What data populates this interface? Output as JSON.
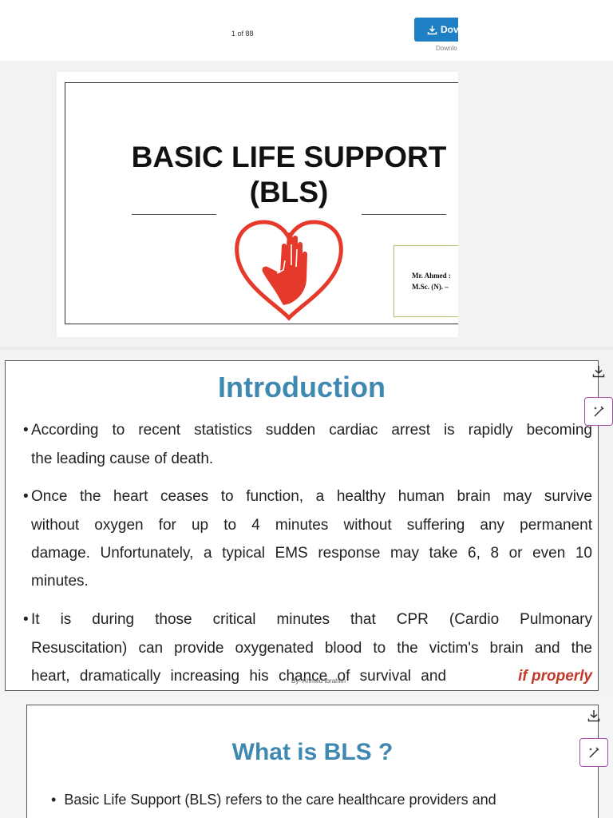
{
  "toolbar": {
    "page_count": "1 of 88",
    "download_label": "Dov",
    "download_caption": "Downlo"
  },
  "slide1": {
    "title_line1": "BASIC LIFE SUPPORT",
    "title_line2": "(BLS)",
    "author_line1": "Mr. Ahmed :",
    "author_line2": "M.Sc. (N). –"
  },
  "slide2": {
    "title": "Introduction",
    "bullet1": [
      "According to recent statistics sudden cardiac arrest is rapidly becoming",
      "the leading cause of death."
    ],
    "bullet2": [
      "Once the heart ceases to function, a healthy human brain may survive",
      "without oxygen for up to 4 minutes without suffering any permanent",
      "damage. Unfortunately, a typical EMS response may take 6, 8 or even 10",
      "minutes."
    ],
    "bullet3": [
      "It is during those critical minutes that CPR (Cardio Pulmonary",
      "Resuscitation) can provide oxygenated blood to the victim's brain and the",
      "heart, dramatically increasing his chance of survival and"
    ],
    "bullet3_emphasis": "if properly",
    "footer": "By- Ahmed Ibrahim"
  },
  "slide3": {
    "title": "What is BLS ?",
    "bullet1": "Basic Life Support (BLS) refers to the care healthcare providers and"
  },
  "colors": {
    "accent_blue": "#1f7fc4",
    "title_blue": "#3f88b0",
    "heart_red": "#e53a2b",
    "emphasis_red": "#c0392b",
    "edit_border": "#a64ca6"
  },
  "icons": [
    "download-icon",
    "edit-sparkle-icon",
    "heart-hand-icon"
  ]
}
